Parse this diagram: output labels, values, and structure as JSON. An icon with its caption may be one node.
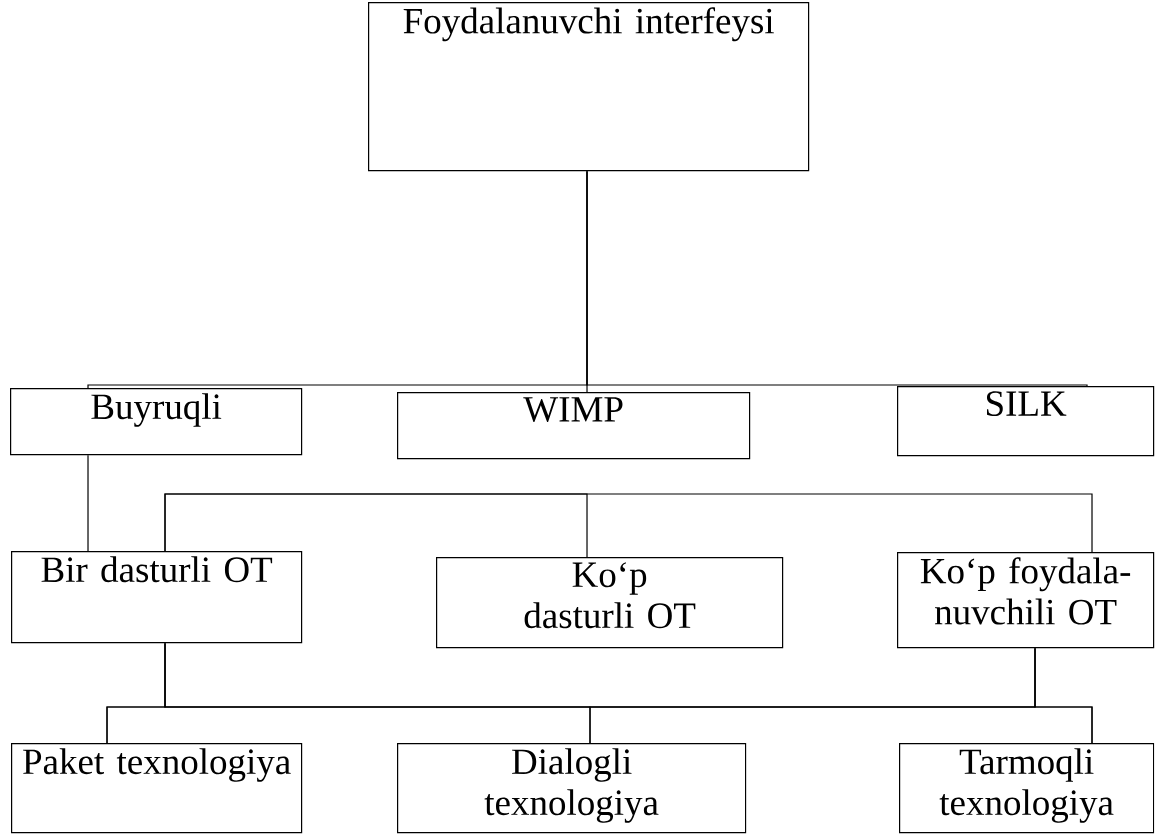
{
  "diagram": {
    "nodes": [
      {
        "text": [
          "Foydalanuvchi interfeysi"
        ]
      },
      {
        "text": [
          "Buyruqli"
        ]
      },
      {
        "text": [
          "WIMP"
        ]
      },
      {
        "text": [
          "SILK"
        ]
      },
      {
        "text": [
          "Bir dasturli OT"
        ]
      },
      {
        "text": [
          "Ko‘p dasturli OT"
        ]
      },
      {
        "text": [
          "Ko‘p foydala-nuvchili OT"
        ]
      },
      {
        "text": [
          "Paket texnologiya"
        ]
      },
      {
        "text": [
          "Dialogli texnologiya"
        ]
      },
      {
        "text": [
          "Tarmoqli texnologiya"
        ]
      }
    ],
    "edges": [
      {
        "from": 0,
        "to": 1,
        "arrow": "none"
      },
      {
        "from": 0,
        "to": 2,
        "arrow": "none"
      },
      {
        "from": 0,
        "to": 3,
        "arrow": "none"
      },
      {
        "from": 1,
        "to": 4,
        "arrow": "none"
      },
      {
        "from": 4,
        "to": 5,
        "arrow": "none"
      },
      {
        "from": 4,
        "to": 6,
        "arrow": "none"
      },
      {
        "from": 4,
        "to": 7,
        "arrow": "none"
      },
      {
        "from": 4,
        "to": 8,
        "arrow": "none"
      },
      {
        "from": 4,
        "to": 9,
        "arrow": "none"
      },
      {
        "from": 6,
        "to": 7,
        "arrow": "none"
      },
      {
        "from": 6,
        "to": 8,
        "arrow": "none"
      },
      {
        "from": 6,
        "to": 9,
        "arrow": "none"
      }
    ]
  }
}
